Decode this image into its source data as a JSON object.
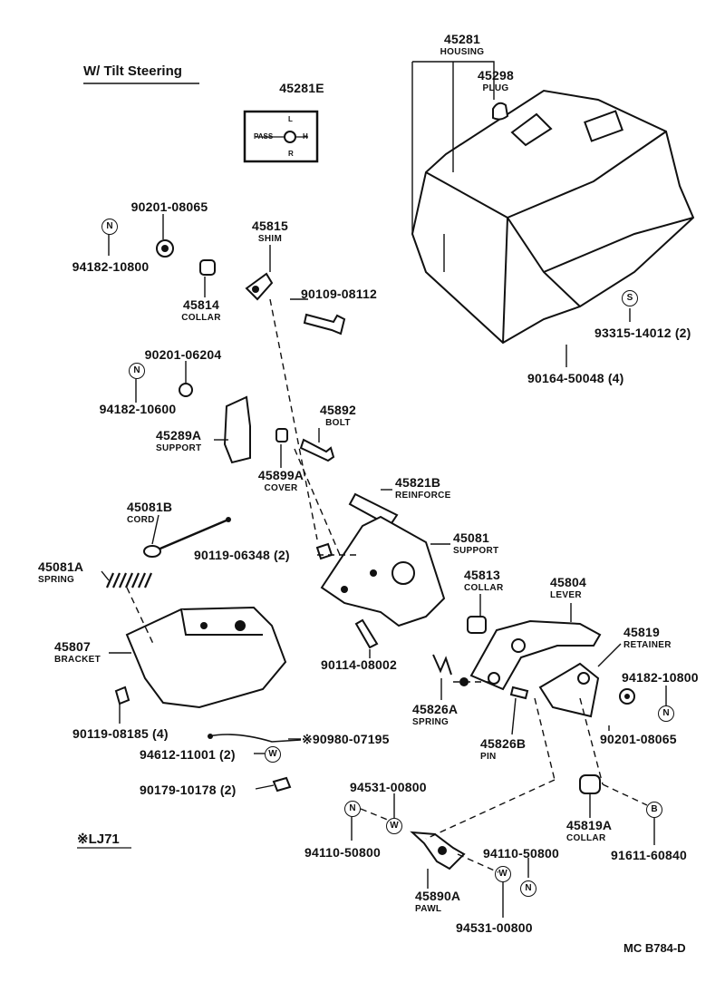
{
  "header": {
    "variant": "W/ Tilt Steering",
    "footnote": "※LJ71",
    "diagram_code": "MC  B784-D"
  },
  "badges": {
    "n": "N",
    "s": "S",
    "w": "W",
    "b": "B"
  },
  "parts": {
    "p45281": {
      "number": "45281",
      "name": "HOUSING"
    },
    "p45298": {
      "number": "45298",
      "name": "PLUG"
    },
    "p45281E": {
      "number": "45281E",
      "name": ""
    },
    "plate": {
      "l": "L",
      "r": "R",
      "pass": "PASS",
      "h": "H"
    },
    "p90201_08065_a": {
      "number": "90201-08065"
    },
    "p94182_10800_a": {
      "number": "94182-10800"
    },
    "p45815": {
      "number": "45815",
      "name": "SHIM"
    },
    "p45814": {
      "number": "45814",
      "name": "COLLAR"
    },
    "p90109_08112": {
      "number": "90109-08112"
    },
    "p93315_14012": {
      "number": "93315-14012 (2)"
    },
    "p90164_50048": {
      "number": "90164-50048 (4)"
    },
    "p90201_06204": {
      "number": "90201-06204"
    },
    "p94182_10600": {
      "number": "94182-10600"
    },
    "p45892": {
      "number": "45892",
      "name": "BOLT"
    },
    "p45289A": {
      "number": "45289A",
      "name": "SUPPORT"
    },
    "p45899A": {
      "number": "45899A",
      "name": "COVER"
    },
    "p45821B": {
      "number": "45821B",
      "name": "REINFORCE"
    },
    "p45081B": {
      "number": "45081B",
      "name": "CORD"
    },
    "p45081": {
      "number": "45081",
      "name": "SUPPORT"
    },
    "p90119_06348": {
      "number": "90119-06348 (2)"
    },
    "p45081A": {
      "number": "45081A",
      "name": "SPRING"
    },
    "p45813": {
      "number": "45813",
      "name": "COLLAR"
    },
    "p45804": {
      "number": "45804",
      "name": "LEVER"
    },
    "p45807": {
      "number": "45807",
      "name": "BRACKET"
    },
    "p45819": {
      "number": "45819",
      "name": "RETAINER"
    },
    "p90114_08002": {
      "number": "90114-08002"
    },
    "p94182_10800_b": {
      "number": "94182-10800"
    },
    "p45826A": {
      "number": "45826A",
      "name": "SPRING"
    },
    "p90119_08185": {
      "number": "90119-08185 (4)"
    },
    "p90980_07195": {
      "number": "※90980-07195"
    },
    "p45826B": {
      "number": "45826B",
      "name": "PIN"
    },
    "p90201_08065_b": {
      "number": "90201-08065"
    },
    "p94612_11001": {
      "number": "94612-11001 (2)"
    },
    "p90179_10178": {
      "number": "90179-10178 (2)"
    },
    "p94531_00800_a": {
      "number": "94531-00800"
    },
    "p45819A": {
      "number": "45819A",
      "name": "COLLAR"
    },
    "p94110_50800_a": {
      "number": "94110-50800"
    },
    "p94110_50800_b": {
      "number": "94110-50800"
    },
    "p91611_60840": {
      "number": "91611-60840"
    },
    "p45890A": {
      "number": "45890A",
      "name": "PAWL"
    },
    "p94531_00800_b": {
      "number": "94531-00800"
    }
  }
}
